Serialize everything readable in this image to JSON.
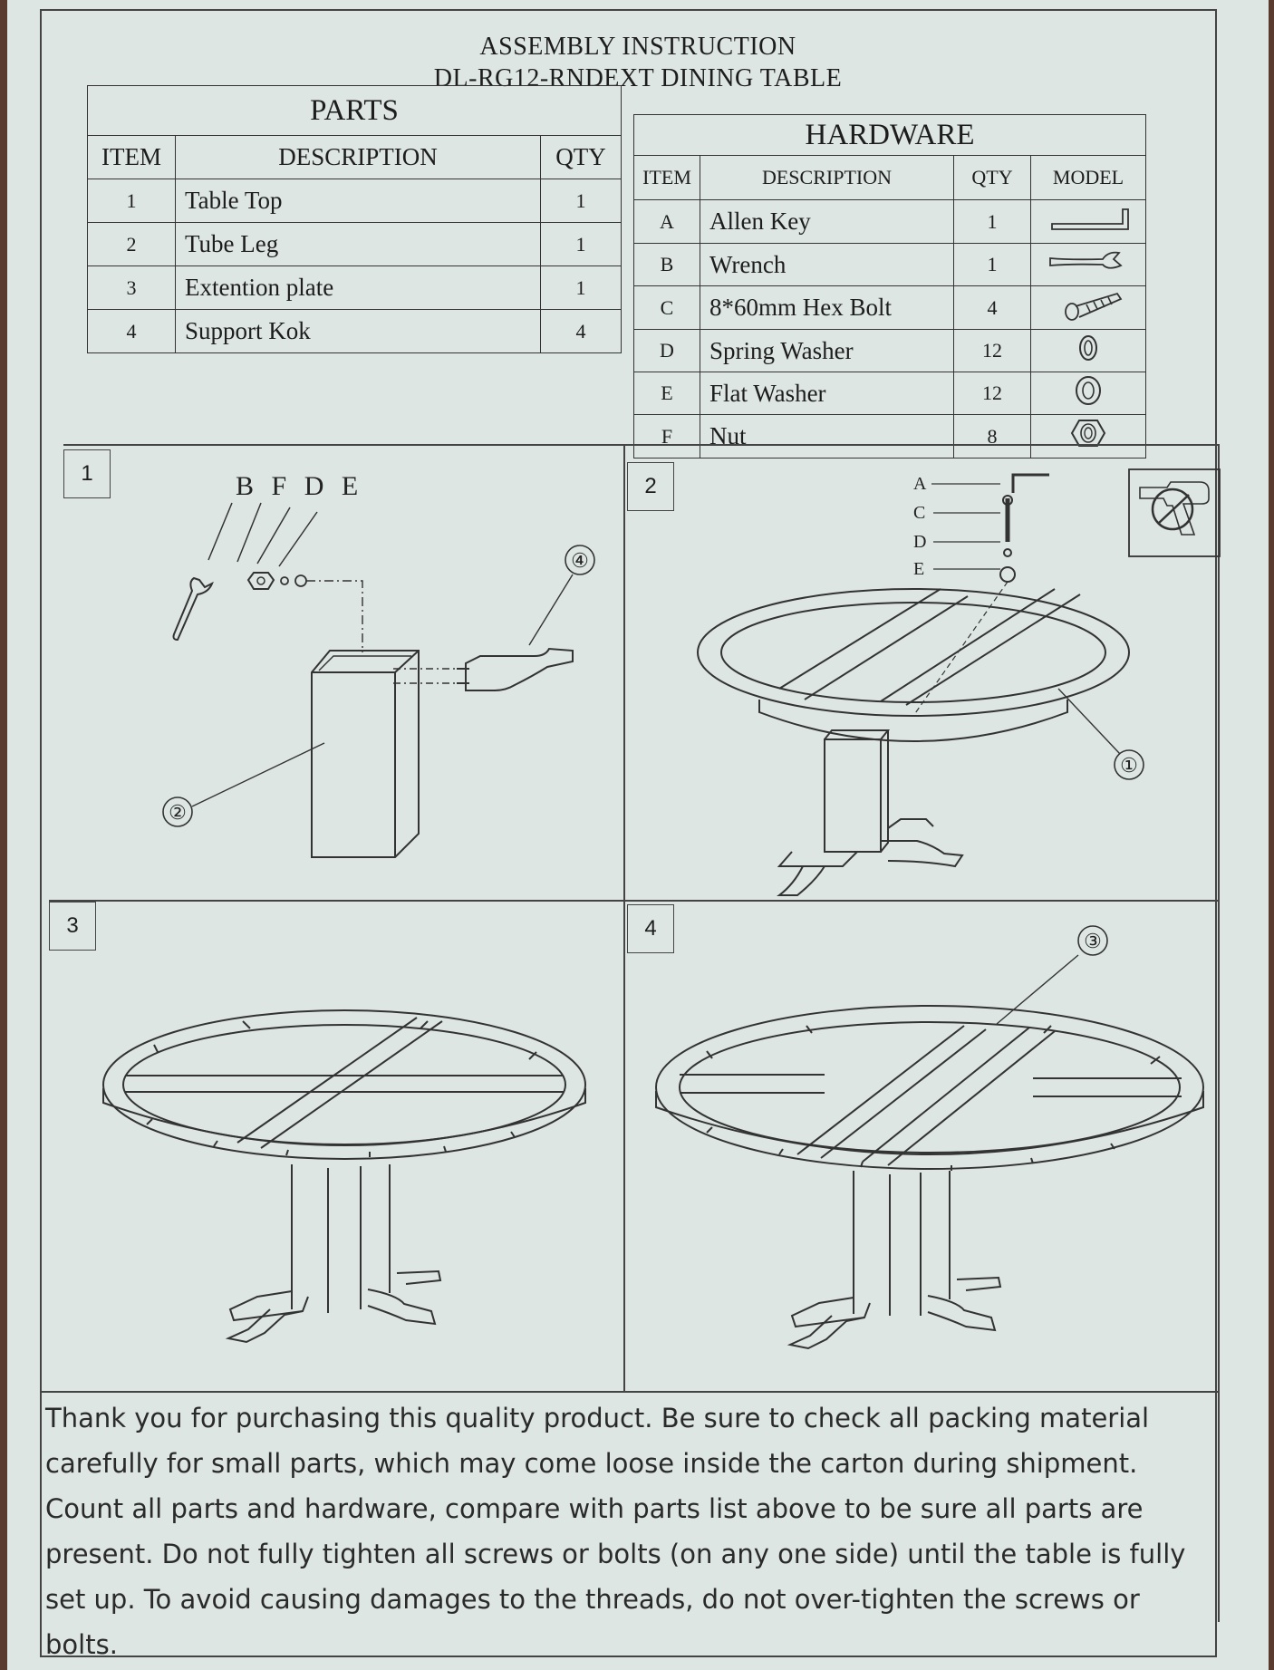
{
  "header": {
    "line1": "ASSEMBLY  INSTRUCTION",
    "line2": "DL-RG12-RNDEXT DINING TABLE"
  },
  "parts": {
    "title": "PARTS",
    "columns": [
      "ITEM",
      "DESCRIPTION",
      "QTY"
    ],
    "rows": [
      {
        "item": "1",
        "description": "Table Top",
        "qty": "1"
      },
      {
        "item": "2",
        "description": "Tube  Leg",
        "qty": "1"
      },
      {
        "item": "3",
        "description": "Extention plate",
        "qty": "1"
      },
      {
        "item": "4",
        "description": "Support Kok",
        "qty": "4"
      }
    ]
  },
  "hardware": {
    "title": "HARDWARE",
    "columns": [
      "ITEM",
      "DESCRIPTION",
      "QTY",
      "MODEL"
    ],
    "rows": [
      {
        "item": "A",
        "description": "Allen  Key",
        "qty": "1",
        "model_icon": "allen-key-icon"
      },
      {
        "item": "B",
        "description": "Wrench",
        "qty": "1",
        "model_icon": "wrench-icon"
      },
      {
        "item": "C",
        "description": "8*60mm  Hex  Bolt",
        "qty": "4",
        "model_icon": "hex-bolt-icon"
      },
      {
        "item": "D",
        "description": "Spring Washer",
        "qty": "12",
        "model_icon": "spring-washer-icon"
      },
      {
        "item": "E",
        "description": "Flat  Washer",
        "qty": "12",
        "model_icon": "flat-washer-icon"
      },
      {
        "item": "F",
        "description": "Nut",
        "qty": "8",
        "model_icon": "nut-icon"
      }
    ]
  },
  "steps": {
    "step1": {
      "number": "1",
      "hardware_letters": "B F D E",
      "part_callout_a": "④",
      "part_callout_b": "②"
    },
    "step2": {
      "number": "2",
      "labels": [
        "A",
        "C",
        "D",
        "E"
      ],
      "part_callout": "①",
      "tool_icon": "no-power-drill-icon"
    },
    "step3": {
      "number": "3"
    },
    "step4": {
      "number": "4",
      "part_callout": "③"
    }
  },
  "notice": {
    "text": "Thank you for purchasing this quality product. Be sure to check all packing material carefully for small parts, which may come loose inside the carton during shipment. Count all parts and hardware, compare with parts list above to be sure all parts are present. Do not fully tighten all screws or bolts (on any one side) until the table is fully set up. To avoid causing damages to the threads, do not over-tighten the screws or bolts."
  },
  "colors": {
    "paper": "#dde6e3",
    "ink": "#1d1d1d",
    "background": "#5a3a2e"
  }
}
